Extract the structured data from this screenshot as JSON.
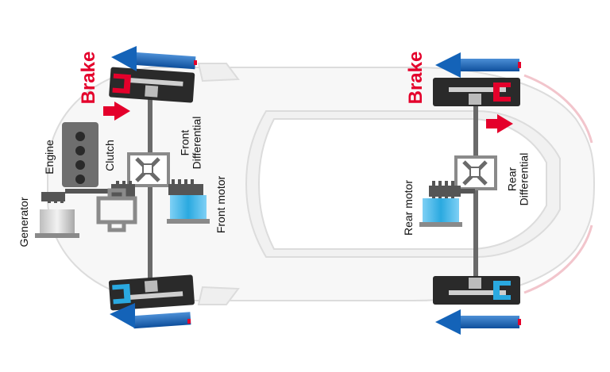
{
  "labels": {
    "brake_front": "Brake",
    "brake_rear": "Brake",
    "engine": "Engine",
    "clutch": "Clutch",
    "generator": "Generator",
    "front_differential_line1": "Front",
    "front_differential_line2": "Differential",
    "front_motor": "Front motor",
    "rear_motor": "Rear motor",
    "rear_differential_line1": "Rear",
    "rear_differential_line2": "Differential"
  },
  "colors": {
    "brake_red": "#e4002b",
    "arrow_blue": "#1463b8",
    "motor_blue": "#29a9e0",
    "wheel_dark": "#2a2a2a",
    "part_grey": "#9a9a9a",
    "car_outline": "#d8d8d8"
  }
}
